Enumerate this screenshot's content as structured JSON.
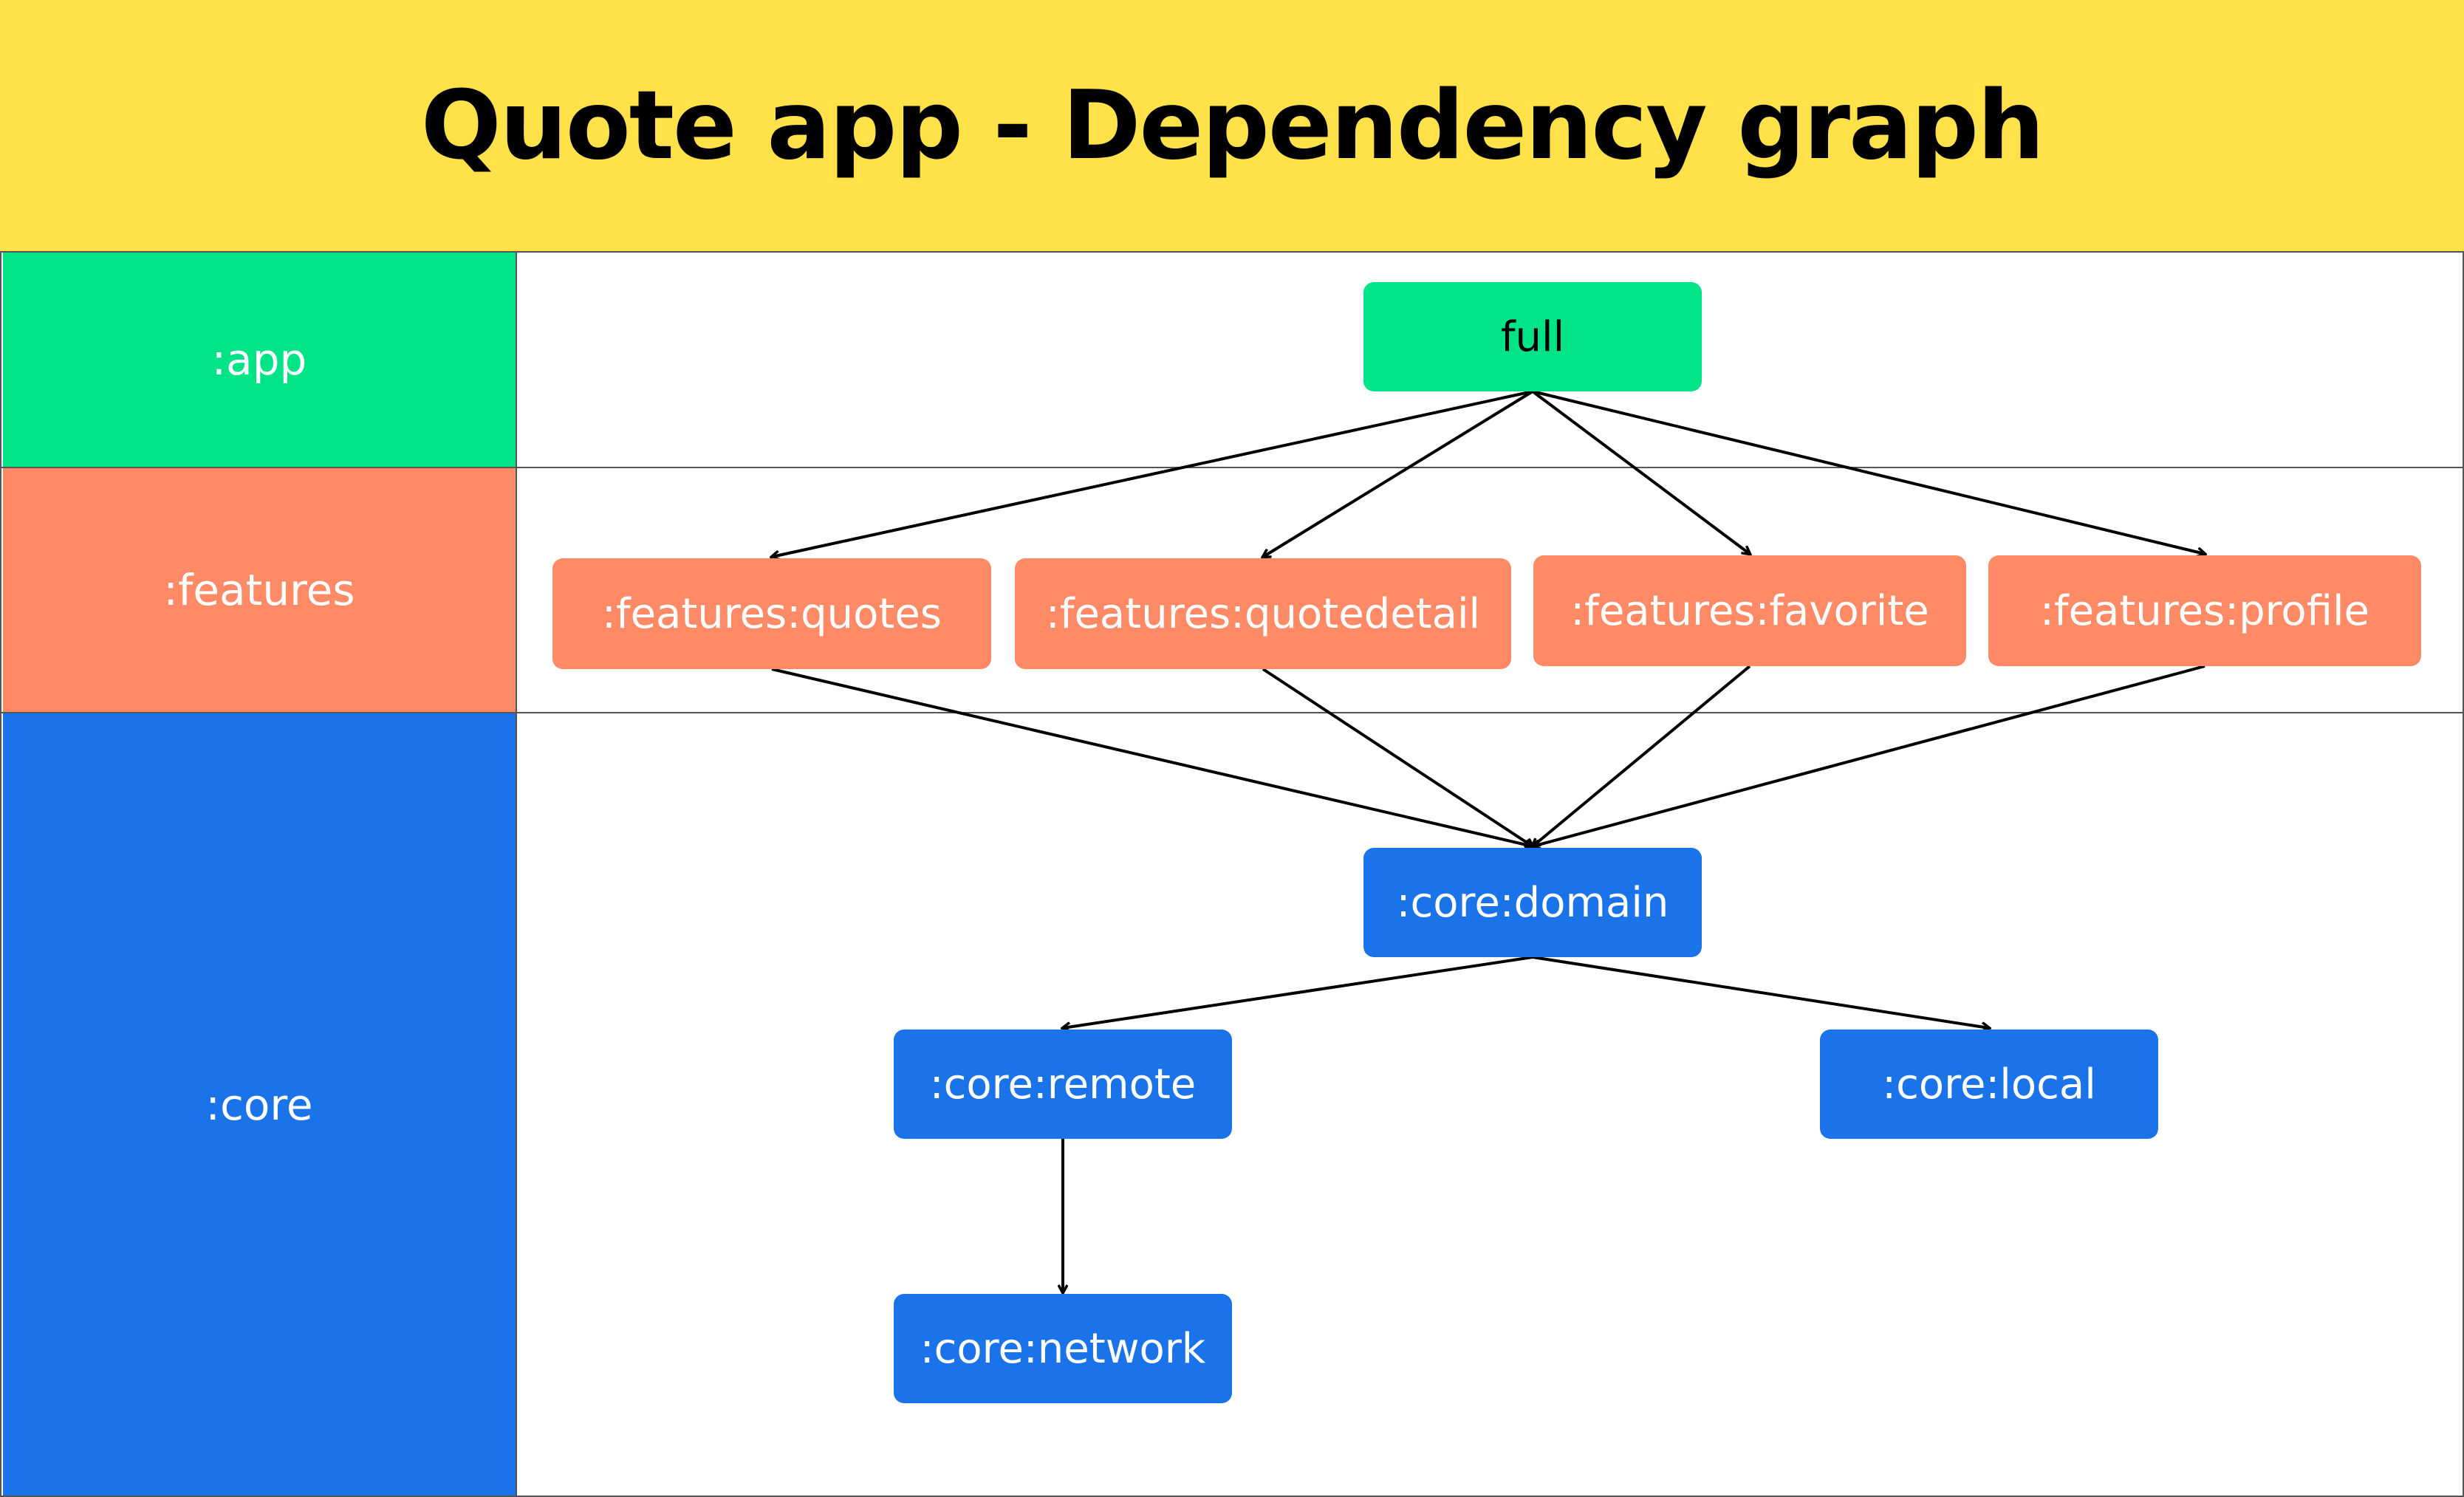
{
  "title": "Quote app - Dependency graph",
  "colors": {
    "header": "#ffe14a",
    "app": "#00e387",
    "features": "#ff8a65",
    "core": "#1a73e8",
    "edge": "#000000",
    "grid": "#555555"
  },
  "lanes": {
    "app": ":app",
    "features": ":features",
    "core": ":core"
  },
  "nodes": {
    "full": "full",
    "quotes": ":features:quotes",
    "quotedetail": ":features:quotedetail",
    "favorite": ":features:favorite",
    "profile": ":features:profile",
    "domain": ":core:domain",
    "remote": ":core:remote",
    "local": ":core:local",
    "network": ":core:network"
  },
  "edges": [
    [
      "full",
      "quotes"
    ],
    [
      "full",
      "quotedetail"
    ],
    [
      "full",
      "favorite"
    ],
    [
      "full",
      "profile"
    ],
    [
      "quotes",
      "domain"
    ],
    [
      "quotedetail",
      "domain"
    ],
    [
      "favorite",
      "domain"
    ],
    [
      "profile",
      "domain"
    ],
    [
      "domain",
      "remote"
    ],
    [
      "domain",
      "local"
    ],
    [
      "remote",
      "network"
    ]
  ]
}
